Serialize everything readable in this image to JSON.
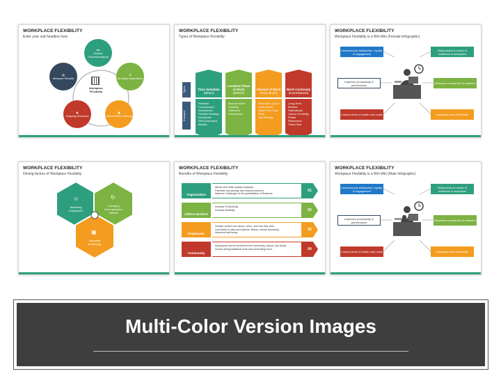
{
  "colors": {
    "teal": "#2e9f7e",
    "green": "#7cb342",
    "orange": "#f39c1f",
    "red": "#c0392b",
    "navy": "#34495e",
    "blue": "#1f78c8",
    "dark": "#3e3e3e"
  },
  "slide1": {
    "title": "WORKPLACE FLEXIBILITY",
    "subtitle": "Enter your sub headline here",
    "center": "Workplace Flexibility",
    "nodes": [
      "Robust Communications",
      "Strategic Importance",
      "Virtual Work Training",
      "Ongoing Research",
      "Measure Results"
    ]
  },
  "slide2": {
    "title": "WORKPLACE FLEXIBILITY",
    "subtitle": "Types of Workplace Flexibility",
    "side_types": "Types",
    "side_example": "Example",
    "columns": [
      {
        "head": "Time Schedule",
        "sub": "(When)",
        "items": [
          "Flextime",
          "Compressed Workweeks",
          "Flexible Working Schedules",
          "Self-Scheduled Breaks"
        ]
      },
      {
        "head": "Location/ Place of Work",
        "sub": "(Where)",
        "items": [
          "Remote Work",
          "Hoteling",
          "Telework/ Homeboard"
        ]
      },
      {
        "head": "Amount of Work",
        "sub": "(How Much)",
        "items": [
          "Reduced Load or Customized Work/ Part-Time Work",
          "Job Sharing"
        ]
      },
      {
        "head": "Work Continuity",
        "sub": "(Commitment)",
        "items": [
          "Long-Term Breaks/ Sabbaticals, Career Flexibility",
          "Phase Retirement",
          "Comp time"
        ]
      }
    ]
  },
  "slide3": {
    "title": "WORKPLACE FLEXIBILITY",
    "subtitle": "Workplace Flexibility is a Win-Win (Female Infographic)",
    "boxes": [
      "Increases job satisfaction, loyalty, & engagement",
      "Responsive to needs of workforce & workplace",
      "Improves productivity & performance",
      "Enhances recruitment & retention",
      "Lowers stress & health care costs",
      "Integrates work-life/health"
    ]
  },
  "slide4": {
    "title": "WORKPLACE FLEXIBILITY",
    "subtitle": "Driving factors of Workplace Flexibility",
    "hexes": [
      "Attracting Employees",
      "Changing Demographics Interest",
      "Improved technology"
    ]
  },
  "slide5": {
    "title": "WORKPLACE FLEXIBILITY",
    "subtitle": "Benefits of Workplace Flexibility",
    "rows": [
      {
        "label": "Organization",
        "num": "01",
        "lines": [
          "Attract and retain quality employee",
          "Potential cost savings and reduced turnover",
          "Address Challenges of the globalization of Business"
        ]
      },
      {
        "label": "Job/Co-workers",
        "num": "02",
        "lines": [
          "Increase Productivity",
          "Increase flexibility"
        ]
      },
      {
        "label": "Employees",
        "num": "03",
        "lines": [
          "Greater control over where, when, and how they work",
          "Less likely to miss work (illness, fitness, remote demands)",
          "Improved well-being"
        ]
      },
      {
        "label": "Community",
        "num": "04",
        "lines": [
          "Employees can be involved in the community, school, and family",
          "events during traditional work and commuting hours"
        ]
      }
    ]
  },
  "slide6": {
    "title": "WORKPLACE FLEXIBILITY",
    "subtitle": "Workplace Flexibility is a Win-Win (Male Infographic)",
    "boxes": [
      "Increases job satisfaction, loyalty, & engagement",
      "Responsive to needs of workforce & workplace",
      "Improves productivity & performance",
      "Enhances recruitment & retention",
      "Lowers stress & health care costs",
      "Integrates work-life/health"
    ]
  },
  "banner": {
    "title": "Multi-Color Version Images"
  }
}
